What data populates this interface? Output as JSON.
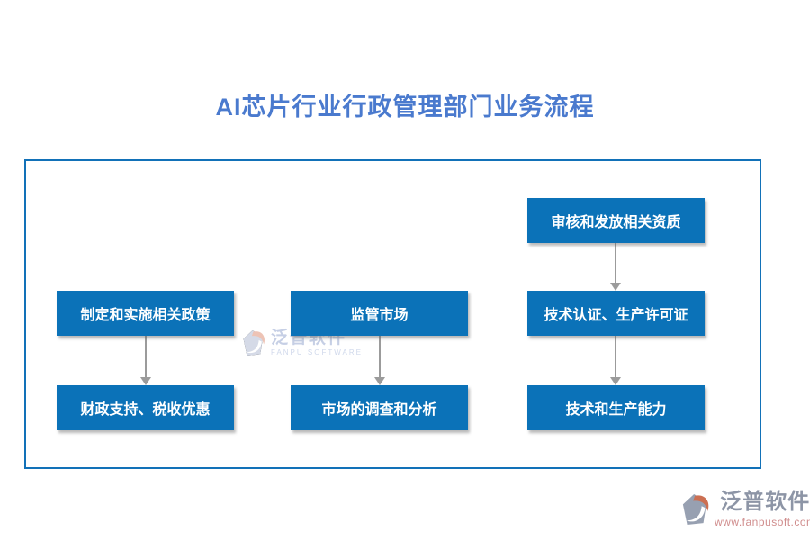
{
  "title": "AI芯片行业行政管理部门业务流程",
  "flow": {
    "boxes": [
      {
        "id": "review-qualifications",
        "label": "审核和发放相关资质"
      },
      {
        "id": "formulate-policies",
        "label": "制定和实施相关政策"
      },
      {
        "id": "supervise-market",
        "label": "监管市场"
      },
      {
        "id": "tech-certification",
        "label": "技术认证、生产许可证"
      },
      {
        "id": "fiscal-support",
        "label": "财政支持、税收优惠"
      },
      {
        "id": "market-research",
        "label": "市场的调查和分析"
      },
      {
        "id": "tech-capacity",
        "label": "技术和生产能力"
      }
    ],
    "arrows": [
      {
        "from": "review-qualifications",
        "to": "tech-certification"
      },
      {
        "from": "formulate-policies",
        "to": "fiscal-support"
      },
      {
        "from": "supervise-market",
        "to": "market-research"
      },
      {
        "from": "tech-certification",
        "to": "tech-capacity"
      }
    ]
  },
  "watermark": {
    "brand": "泛普软件",
    "brand_en": "FANPU SOFTWARE"
  },
  "footer": {
    "brand": "泛普软件",
    "website": "www.fanpusoft.com"
  },
  "colors": {
    "box_fill": "#0b72b8",
    "box_text": "#ffffff",
    "frame_border": "#1271b8",
    "title_text": "#4a7ace",
    "arrow": "#9b9b9b",
    "watermark_text": "#c3cde4",
    "footer_brand": "#8d95a6",
    "footer_url": "#d08d8d",
    "logo_accent": "#cc6f52"
  }
}
